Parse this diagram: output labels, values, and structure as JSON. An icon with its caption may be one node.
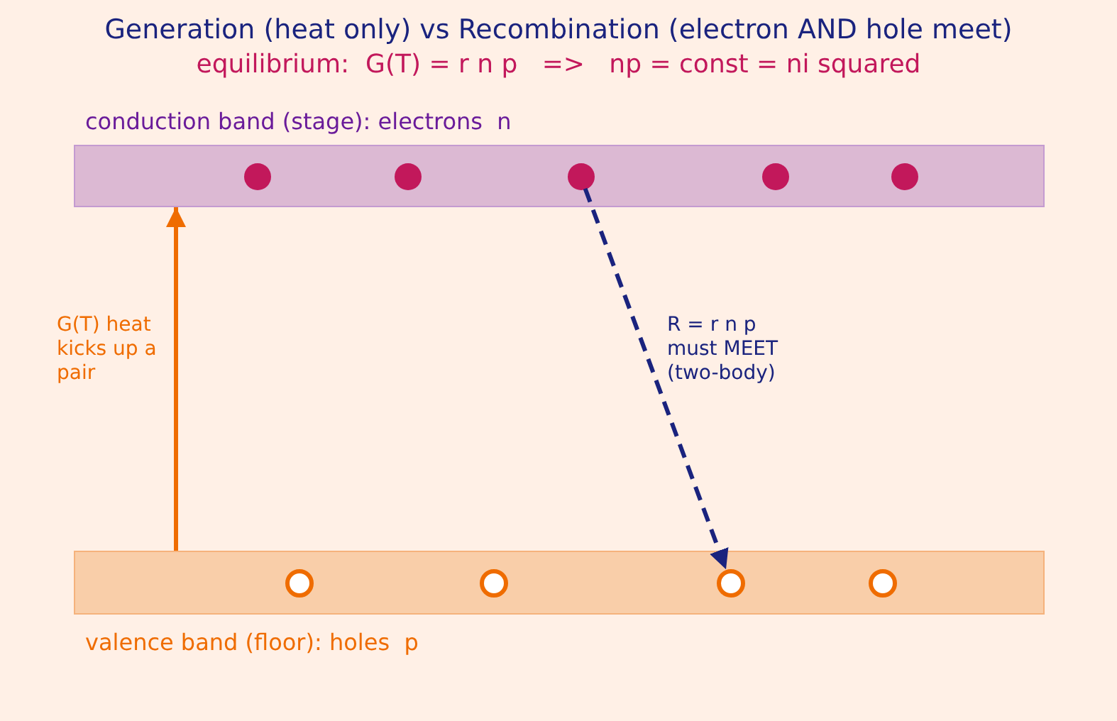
{
  "diagram": {
    "title": "Generation (heat only) vs Recombination (electron AND hole meet)",
    "nodes": [
      {
        "text": [
          "conduction band (stage): electrons  n"
        ]
      },
      {
        "text": [],
        "shape": "circle",
        "in": 0
      },
      {
        "text": [],
        "shape": "circle",
        "in": 0
      },
      {
        "text": [],
        "shape": "circle",
        "in": 0
      },
      {
        "text": [],
        "shape": "circle",
        "in": 0
      },
      {
        "text": [],
        "shape": "circle",
        "in": 0
      },
      {
        "text": [
          "valence band (floor): holes  p"
        ]
      },
      {
        "text": [],
        "shape": "circle",
        "in": 6
      },
      {
        "text": [],
        "shape": "circle",
        "in": 6
      },
      {
        "text": [],
        "shape": "circle",
        "in": 6
      },
      {
        "text": [],
        "shape": "circle",
        "in": 6
      }
    ],
    "edges": [
      {
        "from": 6,
        "to": 0,
        "arrow": "to",
        "label": "G(T) heat kicks up a pair",
        "color": "#ef6c00"
      },
      {
        "from": 3,
        "to": 9,
        "arrow": "to",
        "label": "R = r n p must MEET (two-body)",
        "style": "dashed",
        "color": "#1a237e"
      }
    ],
    "labels": [
      "equilibrium:  G(T) = r n p   =>   np = const = ni squared"
    ]
  }
}
